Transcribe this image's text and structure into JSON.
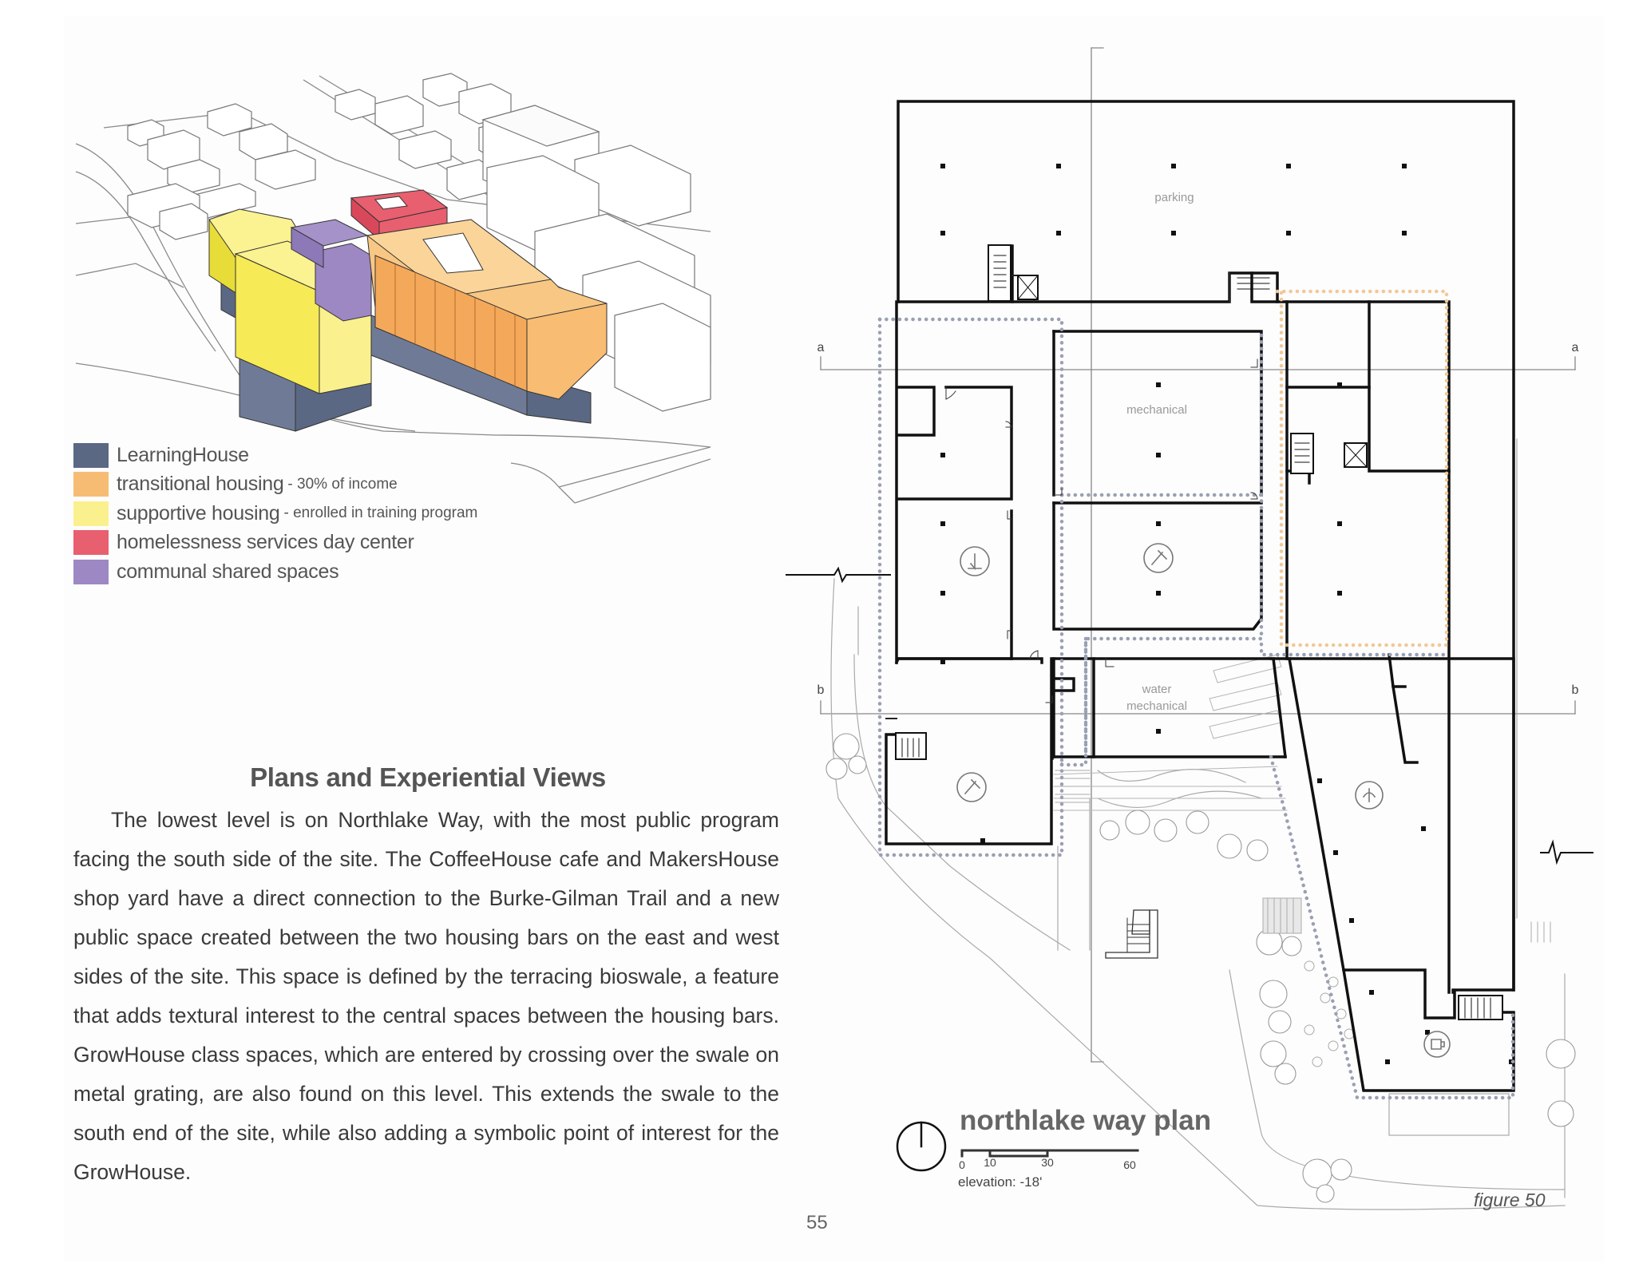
{
  "legend": [
    {
      "label": "LearningHouse",
      "note": "",
      "color": "#5b6884"
    },
    {
      "label": "transitional housing",
      "note": "- 30% of income",
      "color": "#f7bc74"
    },
    {
      "label": "supportive housing",
      "note": "- enrolled in training program",
      "color": "#fbf08e"
    },
    {
      "label": "homelessness services day center",
      "note": "",
      "color": "#e85f6f"
    },
    {
      "label": "communal shared spaces",
      "note": "",
      "color": "#9d88c3"
    }
  ],
  "article": {
    "heading": "Plans and Experiential Views",
    "body": "The lowest level is on Northlake Way, with the most public program facing the south side of the site. The CoffeeHouse cafe and MakersHouse shop yard have a direct connection to the Burke-Gilman Trail and a new public space created between the two housing bars on the east and west sides of the site. This space is defined by the terracing bioswale, a feature that adds textural interest to the central spaces between the housing bars. GrowHouse class spaces, which are entered by crossing over the swale on metal grating, are also found on this level. This extends the swale to the south end of the site, while also adding a symbolic point of interest for the GrowHouse."
  },
  "page_number": "55",
  "plan": {
    "title": "northlake way plan",
    "room_labels": {
      "parking": "parking",
      "mechanical": "mechanical",
      "water": "water",
      "water_mechanical": "mechanical"
    },
    "section_markers": {
      "a_left": "a",
      "a_right": "a",
      "b_left": "b",
      "b_right": "b"
    },
    "scale": {
      "s0": "0",
      "s10": "10",
      "s30": "30",
      "s60": "60"
    },
    "elevation": "elevation: -18'",
    "figure": "figure 50"
  }
}
